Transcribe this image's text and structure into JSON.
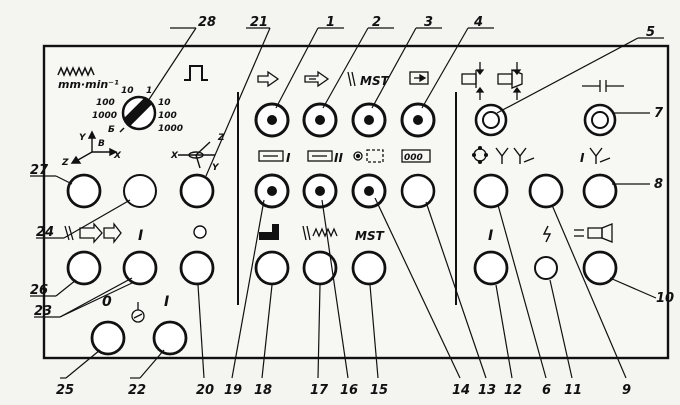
{
  "callouts": [
    "1",
    "2",
    "3",
    "4",
    "5",
    "6",
    "7",
    "8",
    "9",
    "10",
    "11",
    "12",
    "13",
    "14",
    "15",
    "16",
    "17",
    "18",
    "19",
    "20",
    "21",
    "22",
    "23",
    "24",
    "25",
    "26",
    "27",
    "28"
  ],
  "symbols": {
    "feed_unit": "mm·min⁻¹",
    "dial_left": [
      "10",
      "100",
      "1000",
      "Б"
    ],
    "dial_right": [
      "1",
      "10",
      "100",
      "1000"
    ],
    "axes_main": [
      "Y",
      "B",
      "Z",
      "X"
    ],
    "axes_alt": [
      "X",
      "Z",
      "Y"
    ],
    "mst": "MST",
    "mst_top": "MST",
    "roman_1": "I",
    "roman_2": "II",
    "one_left": "I",
    "one_right": "I",
    "zero_label": "0",
    "i_label": "I",
    "display_digits": "000"
  },
  "colors": {
    "ink": "#111111",
    "panel": "#f4f4f1"
  }
}
